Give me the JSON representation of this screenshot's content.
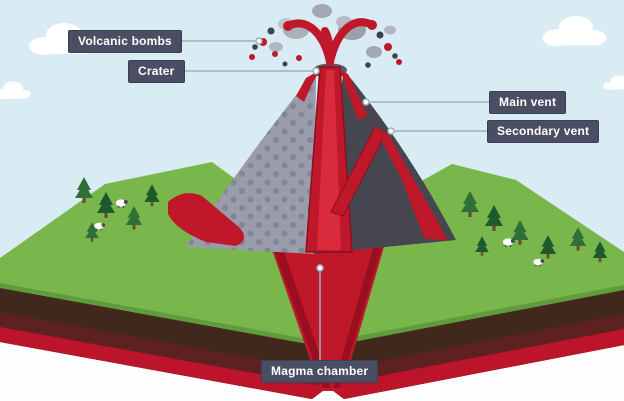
{
  "diagram": {
    "type": "volcano-cross-section",
    "labels": {
      "volcanic_bombs": "Volcanic bombs",
      "crater": "Crater",
      "main_vent": "Main vent",
      "secondary_vent": "Secondary vent",
      "magma_chamber": "Magma chamber"
    },
    "features": [
      "sky",
      "clouds",
      "ash-cloud",
      "lava-fountain",
      "volcanic-bombs",
      "crater",
      "main-vent",
      "secondary-vent",
      "magma-chamber",
      "lava-flows",
      "grass-hills",
      "rock-strata",
      "trees",
      "sheep"
    ],
    "colors": {
      "sky": "#d9ecf4",
      "label_bg": "#4a4e63",
      "label_text": "#ffffff",
      "magma_red": "#c0182b",
      "magma_red_dark": "#9a0f1f",
      "grass_green": "#79b64c",
      "soil_brown": "#40291c",
      "soil_maroon": "#5c2120",
      "strata_red": "#bc142a",
      "rock_light": "#9a9cab",
      "rock_dark": "#45464f",
      "ash_gray": "#a3a9b2",
      "leader_line": "#9fb0bc"
    }
  }
}
